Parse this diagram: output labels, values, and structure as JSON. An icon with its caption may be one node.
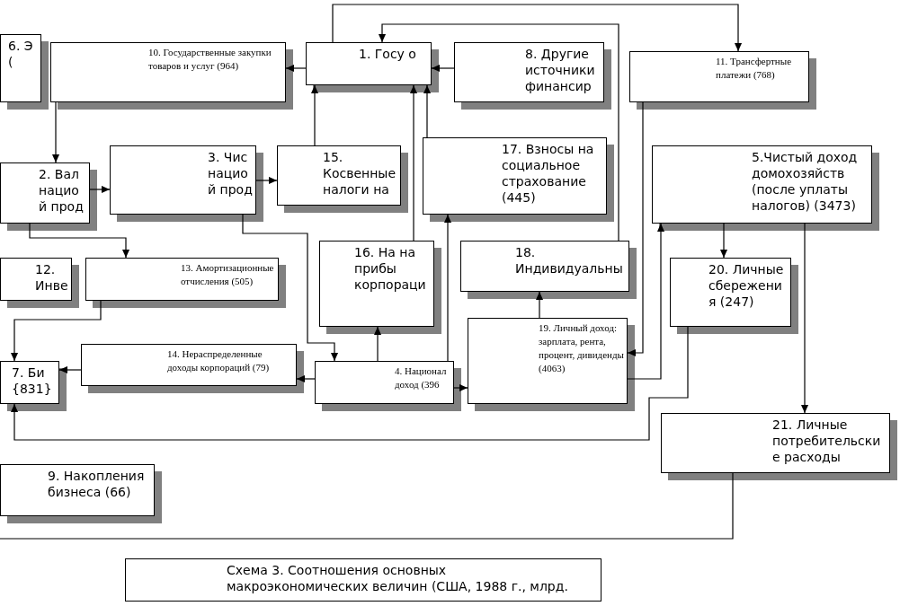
{
  "diagram": {
    "caption": "Схема 3. Соотношения основных макроэкономических величин (США, 1988 г., млрд.",
    "nodes": [
      {
        "text": [
          "6. Э ("
        ]
      },
      {
        "text": [
          "10. Государственные закупки товаров и услуг (964)"
        ]
      },
      {
        "text": [
          "1. Госу о"
        ]
      },
      {
        "text": [
          "8. Другие источники финансир"
        ]
      },
      {
        "text": [
          "11. Трансфертные платежи (768)"
        ]
      },
      {
        "text": [
          "2. Вал нацио й прод"
        ]
      },
      {
        "text": [
          "3. Чис нацио й прод"
        ]
      },
      {
        "text": [
          "15. Косвенные налоги на"
        ]
      },
      {
        "text": [
          "17. Взносы на социальное страхование (445)"
        ]
      },
      {
        "text": [
          "5.Чистый доход домохозяйств (после уплаты налогов) (3473)"
        ]
      },
      {
        "text": [
          "12. Инве"
        ]
      },
      {
        "text": [
          "13. Амортизационные отчисления (505)"
        ]
      },
      {
        "text": [
          "16. На на прибы корпораци"
        ]
      },
      {
        "text": [
          "18. Индивидуальны"
        ]
      },
      {
        "text": [
          "20. Личные сбережени я (247)"
        ]
      },
      {
        "text": [
          "7. Би {831}"
        ]
      },
      {
        "text": [
          "14. Нераспределенные доходы корпораций (79)"
        ]
      },
      {
        "text": [
          "4. Национал доход (396"
        ]
      },
      {
        "text": [
          "19. Личный доход: зарплата, рента, процент, дивиденды (4063)"
        ]
      },
      {
        "text": [
          "21. Личные потребительски е расходы"
        ]
      },
      {
        "text": [
          "9. Накопления бизнеса (66)"
        ]
      }
    ],
    "edges": [
      {
        "from": 1,
        "to": 5,
        "arrow": "to"
      },
      {
        "from": 2,
        "to": 1,
        "arrow": "to"
      },
      {
        "from": 3,
        "to": 2,
        "arrow": "to"
      },
      {
        "from": 2,
        "to": 4,
        "arrow": "to"
      },
      {
        "from": 13,
        "to": 2,
        "arrow": "to"
      },
      {
        "from": 5,
        "to": 6,
        "arrow": "to"
      },
      {
        "from": 6,
        "to": 7,
        "arrow": "to"
      },
      {
        "from": 7,
        "to": 2,
        "arrow": "to"
      },
      {
        "from": 12,
        "to": 2,
        "arrow": "to"
      },
      {
        "from": 8,
        "to": 2,
        "arrow": "to"
      },
      {
        "from": 4,
        "to": 18,
        "arrow": "to"
      },
      {
        "from": 9,
        "to": 14,
        "arrow": "to"
      },
      {
        "from": 9,
        "to": 19,
        "arrow": "to"
      },
      {
        "from": 5,
        "to": 11,
        "arrow": "to"
      },
      {
        "from": 6,
        "to": 17,
        "arrow": "to"
      },
      {
        "from": 11,
        "to": 15,
        "arrow": "to"
      },
      {
        "from": 16,
        "to": 15,
        "arrow": "to"
      },
      {
        "from": 17,
        "to": 16,
        "arrow": "to"
      },
      {
        "from": 17,
        "to": 12,
        "arrow": "to"
      },
      {
        "from": 17,
        "to": 8,
        "arrow": "to"
      },
      {
        "from": 17,
        "to": 18,
        "arrow": "to"
      },
      {
        "from": 18,
        "to": 13,
        "arrow": "to"
      },
      {
        "from": 18,
        "to": 9,
        "arrow": "to"
      },
      {
        "from": 14,
        "to": 15,
        "arrow": "to"
      },
      {
        "from": 19,
        "to": null,
        "arrow": "none"
      }
    ]
  }
}
